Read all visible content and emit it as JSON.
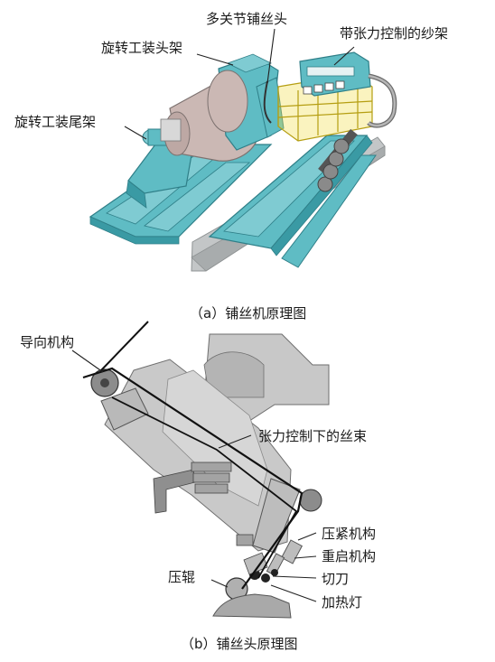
{
  "figure_a": {
    "caption": "（a）铺丝机原理图",
    "labels": {
      "multi_joint_head": "多关节铺丝头",
      "creel": "带张力控制的纱架",
      "rotary_head_frame": "旋转工装头架",
      "rotary_tail_frame": "旋转工装尾架"
    }
  },
  "figure_b": {
    "caption": "（b）铺丝头原理图",
    "labels": {
      "guide": "导向机构",
      "tow_bundle": "张力控制下的丝束",
      "compaction": "压紧机构",
      "restart": "重启机构",
      "cutter": "切刀",
      "roller": "压辊",
      "heater": "加热灯"
    }
  },
  "colors": {
    "machine_teal": "#5fbcc4",
    "teal_dark": "#3a9aa4",
    "rail_gray": "#bfc3c4",
    "head_gray": "#c9c9c9",
    "head_dark": "#a9a9a9",
    "creel_yellow": "#e9d22f"
  }
}
